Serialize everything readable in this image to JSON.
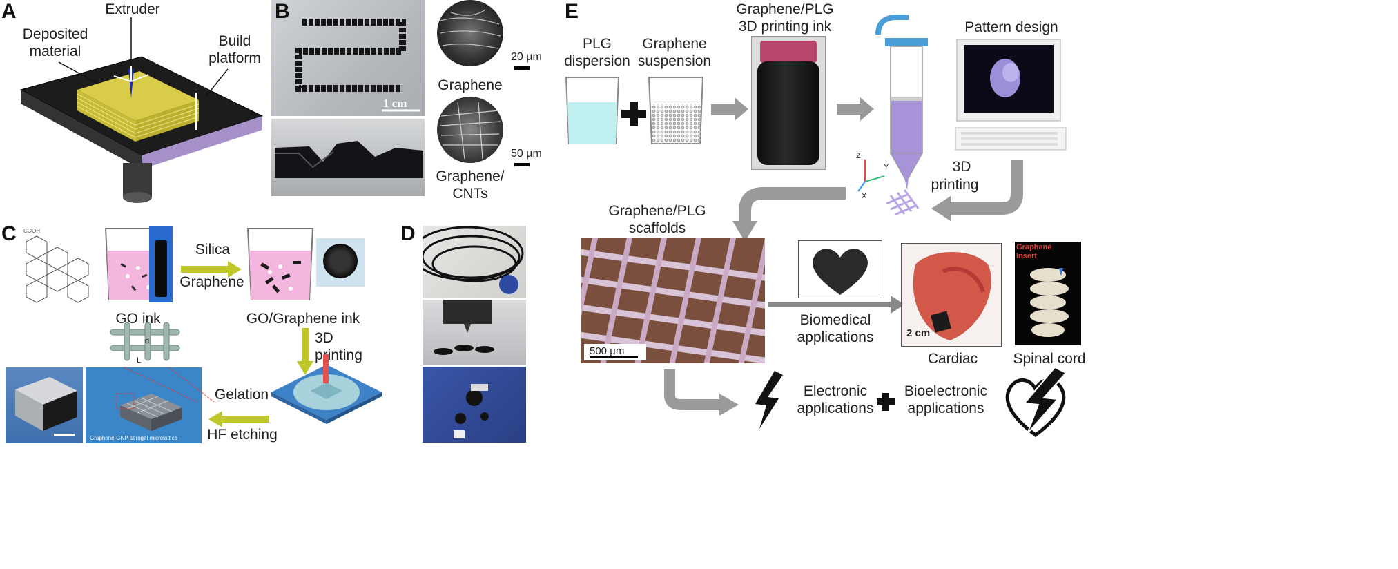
{
  "panels": {
    "a": {
      "letter": "A",
      "extruder": "Extruder",
      "deposited_l1": "Deposited",
      "deposited_l2": "material",
      "build_l1": "Build",
      "build_l2": "platform"
    },
    "b": {
      "letter": "B",
      "scale_1cm": "1 cm",
      "scale_20um": "20 µm",
      "scale_50um": "50 µm",
      "graphene": "Graphene",
      "graphene_cnts_l1": "Graphene/",
      "graphene_cnts_l2": "CNTs"
    },
    "c": {
      "letter": "C",
      "silica": "Silica",
      "graphene": "Graphene",
      "go_ink": "GO ink",
      "go_graphene_ink": "GO/Graphene ink",
      "printing_l1": "3D",
      "printing_l2": "printing",
      "gelation": "Gelation",
      "hf_etching": "HF etching",
      "aerogel_caption": "Graphene-GNP aerogel microlattice",
      "dim_d": "d",
      "dim_l": "L",
      "molecule_label": "COOH"
    },
    "d": {
      "letter": "D"
    },
    "e": {
      "letter": "E",
      "plg_l1": "PLG",
      "plg_l2": "dispersion",
      "graphene_l1": "Graphene",
      "graphene_l2": "suspension",
      "ink_l1": "Graphene/PLG",
      "ink_l2": "3D printing ink",
      "pattern_design": "Pattern design",
      "printing_l1": "3D",
      "printing_l2": "printing",
      "axis_z": "Z",
      "axis_y": "Y",
      "axis_x": "X",
      "scaffolds_l1": "Graphene/PLG",
      "scaffolds_l2": "scaffolds",
      "scale_500um": "500 µm",
      "biomed_l1": "Biomedical",
      "biomed_l2": "applications",
      "cardiac": "Cardiac",
      "spinal_cord": "Spinal cord",
      "scale_2cm": "2 cm",
      "graphene_insert_l1": "Graphene",
      "graphene_insert_l2": "Insert",
      "electronic_l1": "Electronic",
      "electronic_l2": "applications",
      "bioelectronic_l1": "Bioelectronic",
      "bioelectronic_l2": "applications"
    }
  },
  "colors": {
    "gold": "#d8cc48",
    "purple": "#a793d8",
    "cyan": "#bff0ef",
    "pink": "#e97ad8",
    "blue_plate": "#3e82c8",
    "arrow_gray": "#9a9a9a",
    "yellow_arrow": "#bfc72a"
  }
}
